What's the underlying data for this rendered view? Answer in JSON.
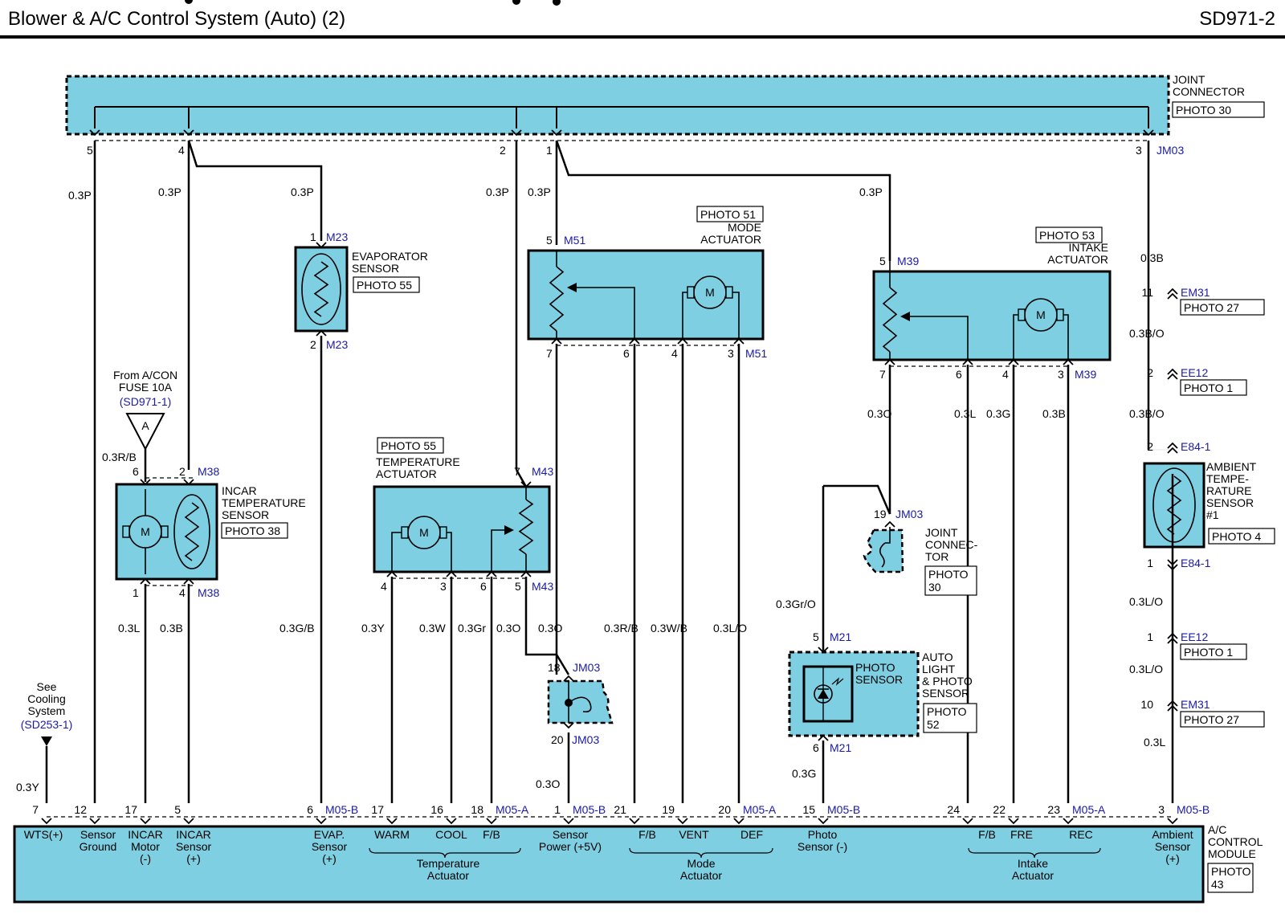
{
  "header": {
    "title": "Blower & A/C Control System (Auto) (2)",
    "code": "SD971-2"
  },
  "colors": {
    "component_fill": "#7fcfe3",
    "wire": "#000000",
    "connector_label": "#1a1aa8"
  },
  "joint_connector": {
    "label_lines": [
      "JOINT",
      "CONNECTOR"
    ],
    "photo": "PHOTO 30",
    "code": "JM03",
    "pins": [
      "5",
      "4",
      "2",
      "1",
      "3"
    ]
  },
  "evaporator_sensor": {
    "label_lines": [
      "EVAPORATOR",
      "SENSOR"
    ],
    "photo": "PHOTO 55",
    "top_pin": "1",
    "top_conn": "M23",
    "bottom_pin": "2",
    "bottom_conn": "M23"
  },
  "mode_actuator": {
    "photo": "PHOTO 51",
    "label_lines": [
      "MODE",
      "ACTUATOR"
    ],
    "top_pin": "5",
    "conn": "M51",
    "pins": [
      "7",
      "6",
      "4",
      "3"
    ]
  },
  "intake_actuator": {
    "photo": "PHOTO 53",
    "label_lines": [
      "INTAKE",
      "ACTUATOR"
    ],
    "top_pin": "5",
    "conn": "M39",
    "pins": [
      "7",
      "6",
      "4",
      "3"
    ]
  },
  "incar_sensor": {
    "label_lines": [
      "INCAR",
      "TEMPERATURE",
      "SENSOR"
    ],
    "photo": "PHOTO 38",
    "top_pins": [
      "6",
      "2"
    ],
    "bottom_pins": [
      "1",
      "4"
    ],
    "conn": "M38"
  },
  "fuse_ref": {
    "lines": [
      "From A/CON",
      "FUSE 10A"
    ],
    "ref": "(SD971-1)",
    "symbol": "A"
  },
  "cooling_ref": {
    "lines": [
      "See",
      "Cooling",
      "System"
    ],
    "ref": "(SD253-1)"
  },
  "temperature_actuator": {
    "photo": "PHOTO 55",
    "label_lines": [
      "TEMPERATURE",
      "ACTUATOR"
    ],
    "top_pin": "7",
    "conn": "M43",
    "pins": [
      "4",
      "3",
      "6",
      "5"
    ]
  },
  "joint_connector_lower": {
    "top_pin": "18",
    "top_conn": "JM03",
    "bottom_pin": "20",
    "bottom_conn": "JM03"
  },
  "joint_connector_right": {
    "pin": "19",
    "conn": "JM03",
    "label_lines": [
      "JOINT",
      "CONNEC-",
      "TOR"
    ],
    "photo_lines": [
      "PHOTO",
      "30"
    ]
  },
  "photo_sensor": {
    "inner_lines": [
      "PHOTO",
      "SENSOR"
    ],
    "label_lines": [
      "AUTO",
      "LIGHT",
      "& PHOTO",
      "SENSOR"
    ],
    "photo_lines": [
      "PHOTO",
      "52"
    ],
    "top_pin": "5",
    "bottom_pin": "6",
    "conn": "M21"
  },
  "ambient_sensor": {
    "label_lines": [
      "AMBIENT",
      "TEMPE-",
      "RATURE",
      "SENSOR",
      "#1"
    ],
    "photo": "PHOTO 4",
    "top_pin": "2",
    "bottom_pin": "1",
    "conn": "E84-1"
  },
  "ambient_connectors": [
    {
      "pin": "11",
      "conn": "EM31",
      "photo": "PHOTO 27"
    },
    {
      "pin": "2",
      "conn": "EE12",
      "photo": "PHOTO 1"
    },
    {
      "pin": "1",
      "conn": "EE12",
      "photo": "PHOTO 1"
    },
    {
      "pin": "10",
      "conn": "EM31",
      "photo": "PHOTO 27"
    }
  ],
  "wires": {
    "jc5": "0.3P",
    "jc4": "0.3P",
    "evap_top": "0.3P",
    "jc2": "0.3P",
    "mode_top": "0.3P",
    "intake_top": "0.3P",
    "amb_top": "0.3B",
    "amb_2": "0.3B/O",
    "amb_3": "0.3B/O",
    "amb_4": "0.3L/O",
    "amb_5": "0.3L/O",
    "amb_6": "0.3L",
    "fuse": "0.3R/B",
    "incar_l": "0.3L",
    "incar_b": "0.3B",
    "evap_bot": "0.3G/B",
    "warm": "0.3Y",
    "cool": "0.3W",
    "fb_t": "0.3Gr",
    "temp_o": "0.3O",
    "mode_o": "0.3O",
    "sp_o": "0.3O",
    "mode_fb": "0.3R/B",
    "mode_vent": "0.3W/B",
    "mode_def": "0.3L/O",
    "int_o": "0.3O",
    "int_fb": "0.3L",
    "int_fre": "0.3G",
    "int_rec": "0.3B",
    "photo_top": "0.3Gr/O",
    "photo_bot": "0.3G",
    "wts": "0.3Y"
  },
  "module": {
    "label_lines": [
      "A/C",
      "CONTROL",
      "MODULE"
    ],
    "photo_lines": [
      "PHOTO",
      "43"
    ],
    "pins": [
      {
        "pin": "7"
      },
      {
        "pin": "12"
      },
      {
        "pin": "17"
      },
      {
        "pin": "5"
      },
      {
        "pin": "6",
        "conn": "M05-B"
      },
      {
        "pin": "17"
      },
      {
        "pin": "16"
      },
      {
        "pin": "18",
        "conn": "M05-A"
      },
      {
        "pin": "1",
        "conn": "M05-B"
      },
      {
        "pin": "21"
      },
      {
        "pin": "19"
      },
      {
        "pin": "20",
        "conn": "M05-A"
      },
      {
        "pin": "15",
        "conn": "M05-B"
      },
      {
        "pin": "24"
      },
      {
        "pin": "22"
      },
      {
        "pin": "23",
        "conn": "M05-A"
      },
      {
        "pin": "3",
        "conn": "M05-B"
      }
    ],
    "terminals": [
      [
        "WTS(+)"
      ],
      [
        "Sensor",
        "Ground"
      ],
      [
        "INCAR",
        "Motor",
        "(-)"
      ],
      [
        "INCAR",
        "Sensor",
        "(+)"
      ],
      [
        "EVAP.",
        "Sensor",
        "(+)"
      ],
      [
        "WARM"
      ],
      [
        "COOL"
      ],
      [
        "F/B"
      ],
      [
        "Sensor",
        "Power (+5V)"
      ],
      [
        "F/B"
      ],
      [
        "VENT"
      ],
      [
        "DEF"
      ],
      [
        "Photo",
        "Sensor (-)"
      ],
      [
        "F/B"
      ],
      [
        "FRE"
      ],
      [
        "REC"
      ],
      [
        "Ambient",
        "Sensor",
        "(+)"
      ]
    ],
    "groups": [
      [
        "Temperature",
        "Actuator"
      ],
      [
        "Mode",
        "Actuator"
      ],
      [
        "Intake",
        "Actuator"
      ]
    ]
  }
}
